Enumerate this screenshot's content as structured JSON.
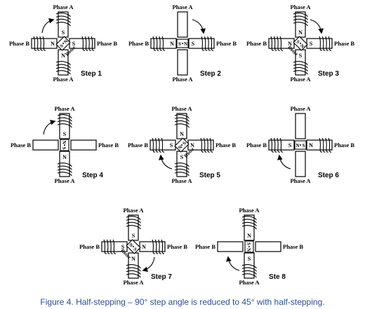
{
  "caption": "Figure 4.  Half-stepping – 90° step angle is reduced to 45° with half-stepping.",
  "rotor_label": "Rotor",
  "steps": [
    {
      "label": "Step 1",
      "phase_a_top": "Phase A",
      "phase_a_bottom": "Phase A",
      "phase_b_left": "Phase B",
      "phase_b_right": "Phase B",
      "top": "S",
      "bottom": "N",
      "left": "N",
      "right": "S",
      "rotor": [
        "S",
        "N"
      ],
      "rotor_angle": -45,
      "energized": "both",
      "arrow": "top-left-cw"
    },
    {
      "label": "Step 2",
      "phase_a_top": "Phase A",
      "phase_a_bottom": "Phase A",
      "phase_b_left": "Phase B",
      "phase_b_right": "Phase B",
      "top": "",
      "bottom": "",
      "left": "N",
      "right": "S",
      "rotor": [
        "S",
        "N"
      ],
      "rotor_angle": 0,
      "energized": "B",
      "arrow": "top-right-cw"
    },
    {
      "label": "Step 3",
      "phase_a_top": "Phase A",
      "phase_a_bottom": "Phase A",
      "phase_b_left": "Phase B",
      "phase_b_right": "Phase B",
      "top": "N",
      "bottom": "S",
      "left": "N",
      "right": "S",
      "rotor": [
        "S",
        "N"
      ],
      "rotor_angle": 45,
      "energized": "both",
      "arrow": "top-right-cw"
    },
    {
      "label": "Step 4",
      "phase_a_top": "Phase A",
      "phase_a_bottom": "Phase A",
      "phase_b_left": "Phase B",
      "phase_b_right": "Phase B",
      "top": "S",
      "bottom": "N",
      "left": "",
      "right": "",
      "rotor": [
        "N",
        "S"
      ],
      "rotor_angle": 90,
      "energized": "A",
      "arrow": "top-left-cw"
    },
    {
      "label": "Step 5",
      "phase_a_top": "Phase A",
      "phase_a_bottom": "Phase A",
      "phase_b_left": "Phase B",
      "phase_b_right": "Phase B",
      "top": "N",
      "bottom": "S",
      "left": "S",
      "right": "N",
      "rotor": [
        "N",
        "S"
      ],
      "rotor_angle": -45,
      "energized": "both",
      "arrow": "bottom-left-cw"
    },
    {
      "label": "Step 6",
      "phase_a_top": "Phase A",
      "phase_a_bottom": "Phase A",
      "phase_b_left": "Phase B",
      "phase_b_right": "Phase B",
      "top": "",
      "bottom": "",
      "left": "S",
      "right": "N",
      "rotor": [
        "N",
        "S"
      ],
      "rotor_angle": 0,
      "energized": "B",
      "arrow": "bottom-left-cw"
    },
    {
      "label": "Step 7",
      "phase_a_top": "Phase A",
      "phase_a_bottom": "Phase A",
      "phase_b_left": "Phase B",
      "phase_b_right": "Phase B",
      "top": "S",
      "bottom": "N",
      "left": "S",
      "right": "N",
      "rotor": [
        "N",
        "S"
      ],
      "rotor_angle": 45,
      "energized": "both",
      "arrow": "bottom-right-cw"
    },
    {
      "label": "Ste 8",
      "phase_a_top": "Phase A",
      "phase_a_bottom": "Phase A",
      "phase_b_left": "Phase B",
      "phase_b_right": "Phase B",
      "top": "N",
      "bottom": "S",
      "left": "",
      "right": "",
      "rotor": [
        "S",
        "N"
      ],
      "rotor_angle": 90,
      "energized": "A",
      "arrow": "bottom-left-cw"
    }
  ]
}
